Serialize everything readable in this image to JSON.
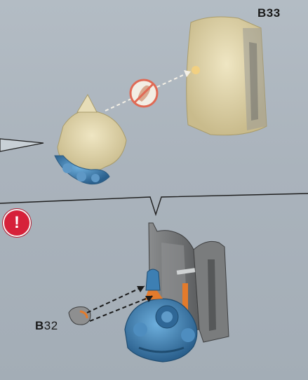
{
  "step_upper": {
    "part_label_bold": "B",
    "part_label_num": "33"
  },
  "step_lower": {
    "part_label_bold": "B",
    "part_label_num": "32",
    "warning_glyph": "!"
  },
  "icons": [
    "no-glue-icon",
    "warning-icon",
    "arrow-icon"
  ],
  "colors": {
    "background": "#aab3bc",
    "warning": "#d6213a",
    "blue_part": "#3d7fb3",
    "gray_part": "#6d6f70",
    "sand_part": "#d9cda3",
    "orange_part": "#e37b2c"
  }
}
